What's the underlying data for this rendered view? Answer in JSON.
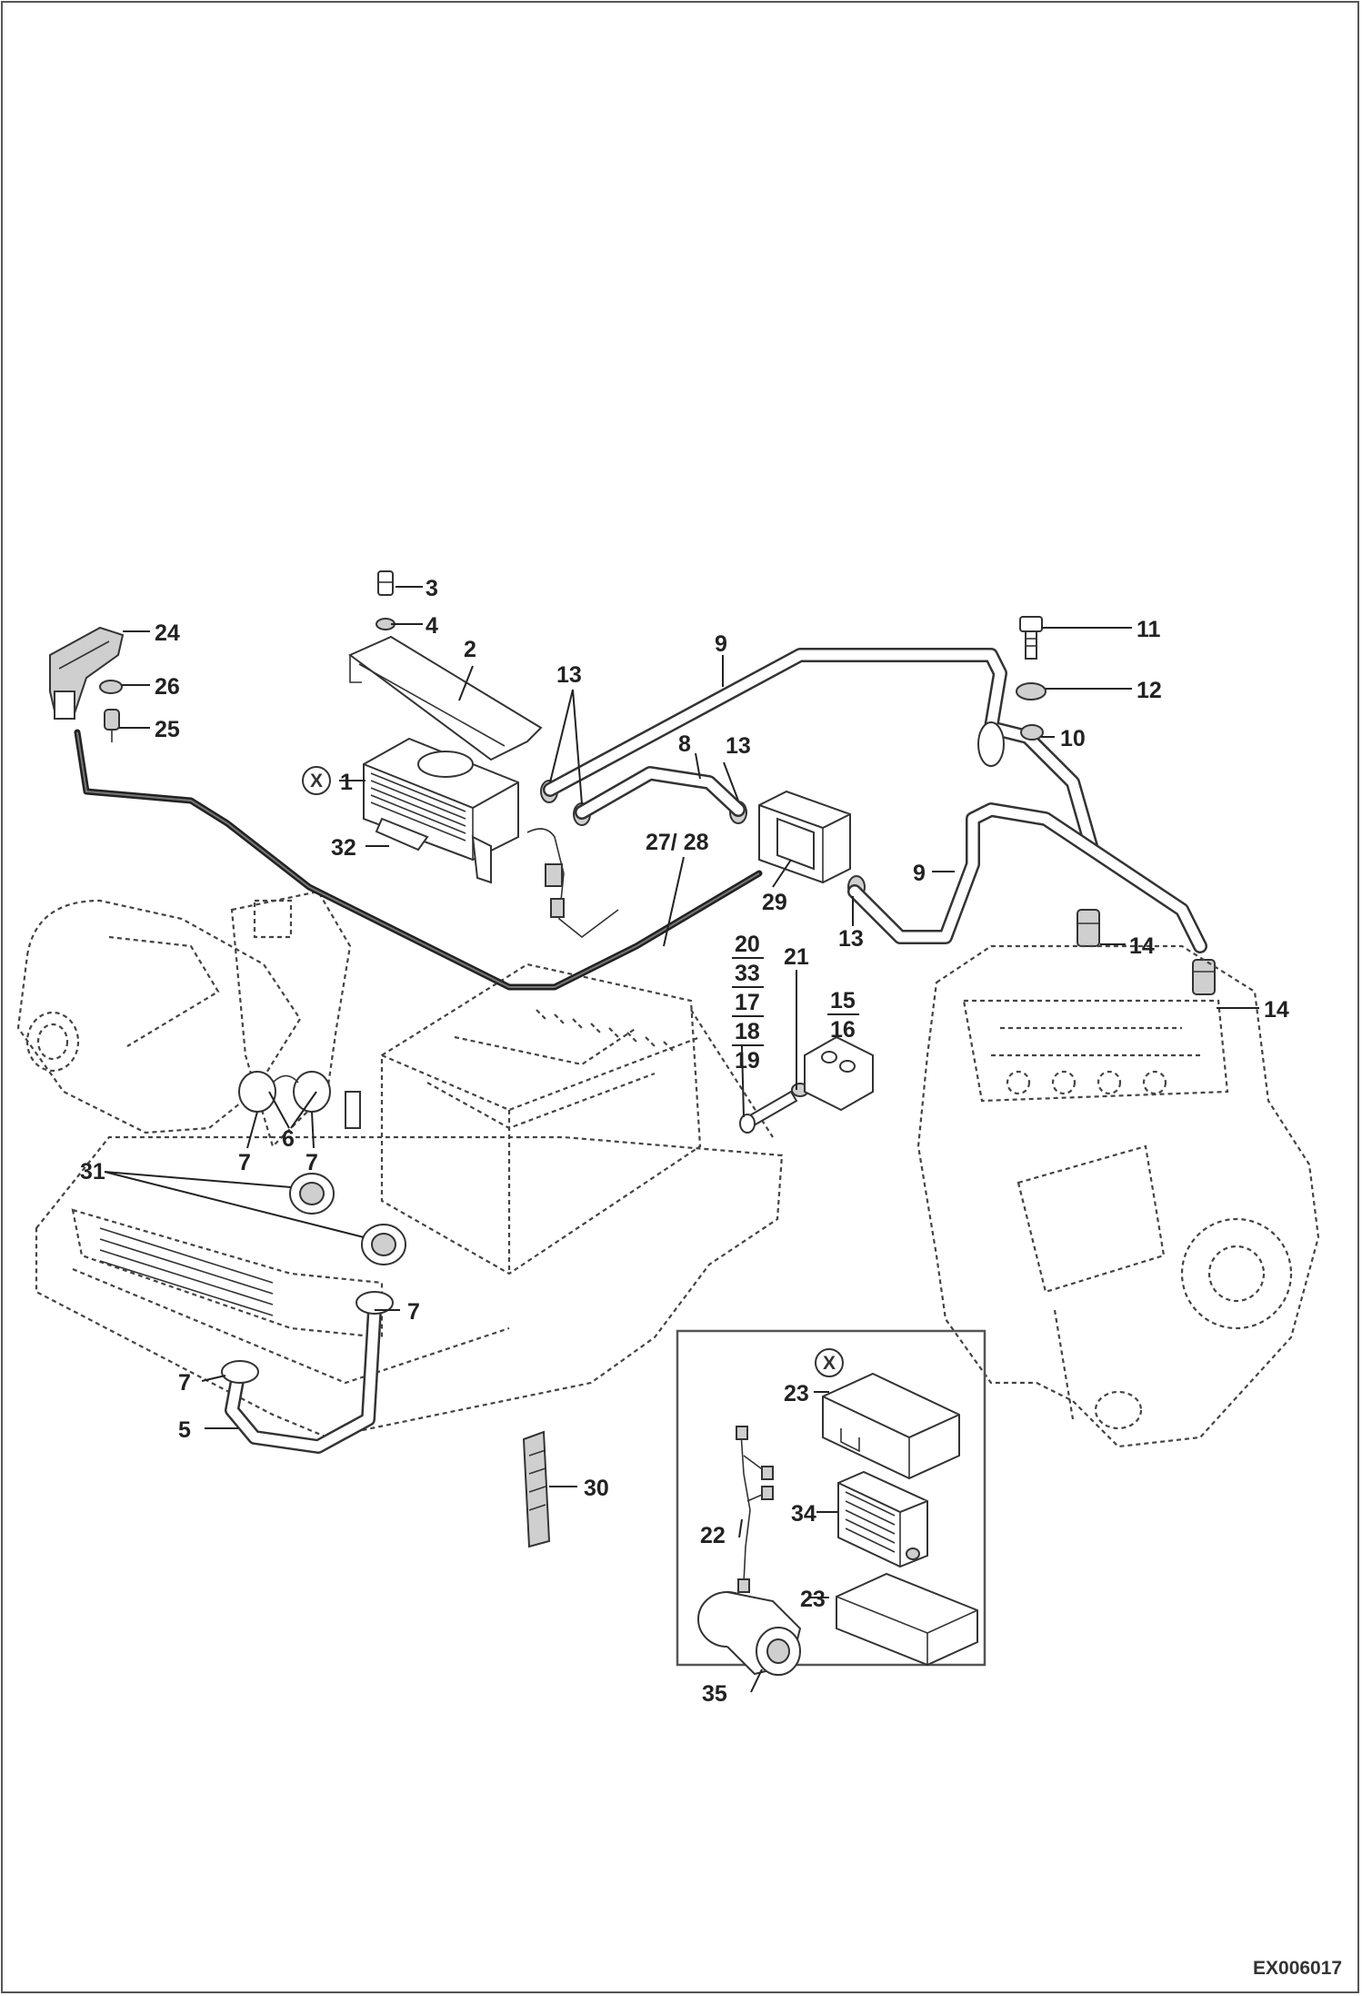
{
  "diagram": {
    "code": "EX006017",
    "variant_mark": "X",
    "callouts": {
      "c1": "1",
      "c2": "2",
      "c3": "3",
      "c4": "4",
      "c5": "5",
      "c6": "6",
      "c7a": "7",
      "c7b": "7",
      "c7c": "7",
      "c7d": "7",
      "c8": "8",
      "c9a": "9",
      "c9b": "9",
      "c10": "10",
      "c11": "11",
      "c12": "12",
      "c13a": "13",
      "c13b": "13",
      "c13c": "13",
      "c14a": "14",
      "c14b": "14",
      "c15": "15",
      "c16": "16",
      "c17": "17",
      "c18": "18",
      "c19": "19",
      "c20": "20",
      "c21": "21",
      "c22": "22",
      "c23a": "23",
      "c23b": "23",
      "c24": "24",
      "c25": "25",
      "c26": "26",
      "c27_28": "27/ 28",
      "c29": "29",
      "c30": "30",
      "c31": "31",
      "c32": "32",
      "c33": "33",
      "c34": "34",
      "c35": "35"
    }
  }
}
